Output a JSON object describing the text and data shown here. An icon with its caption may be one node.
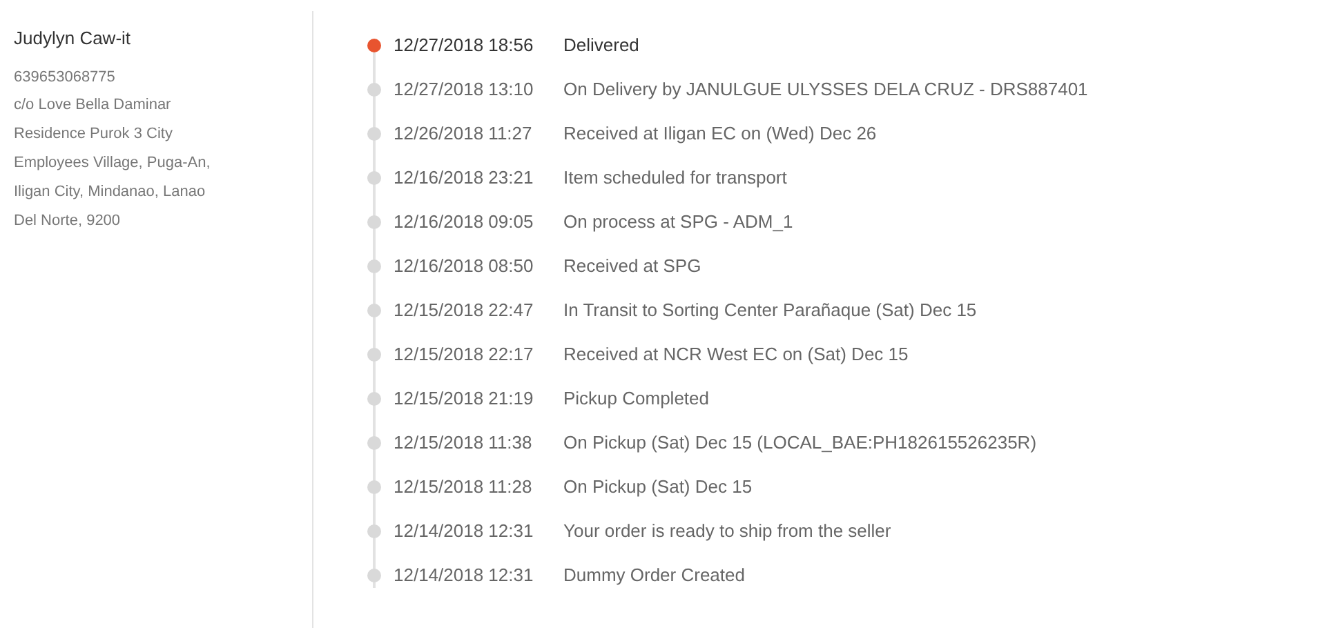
{
  "diagram": {
    "labels": [
      "Judylyn Caw-it",
      "639653068775",
      "c/o Love Bella Daminar Residence Purok 3 City Employees Village, Puga-An, Iligan City, Mindanao, Lanao Del Norte, 9200",
      "12/27/2018 18:56",
      "Delivered",
      "12/27/2018 13:10",
      "On Delivery by JANULGUE ULYSSES DELA CRUZ - DRS887401",
      "12/26/2018 11:27",
      "Received at Iligan EC on (Wed) Dec 26",
      "12/16/2018 23:21",
      "Item scheduled for transport",
      "12/16/2018 09:05",
      "On process at SPG - ADM_1",
      "12/16/2018 08:50",
      "Received at SPG",
      "12/15/2018 22:47",
      "In Transit to Sorting Center Parañaque (Sat) Dec 15",
      "12/15/2018 22:17",
      "Received at NCR West EC on (Sat) Dec 15",
      "12/15/2018 21:19",
      "Pickup Completed",
      "12/15/2018 11:38",
      "On Pickup (Sat) Dec 15 (LOCAL_BAE:PH182615526235R)",
      "12/15/2018 11:28",
      "On Pickup (Sat) Dec 15",
      "12/14/2018 12:31",
      "Your order is ready to ship from the seller",
      "12/14/2018 12:31",
      "Dummy Order Created"
    ]
  }
}
